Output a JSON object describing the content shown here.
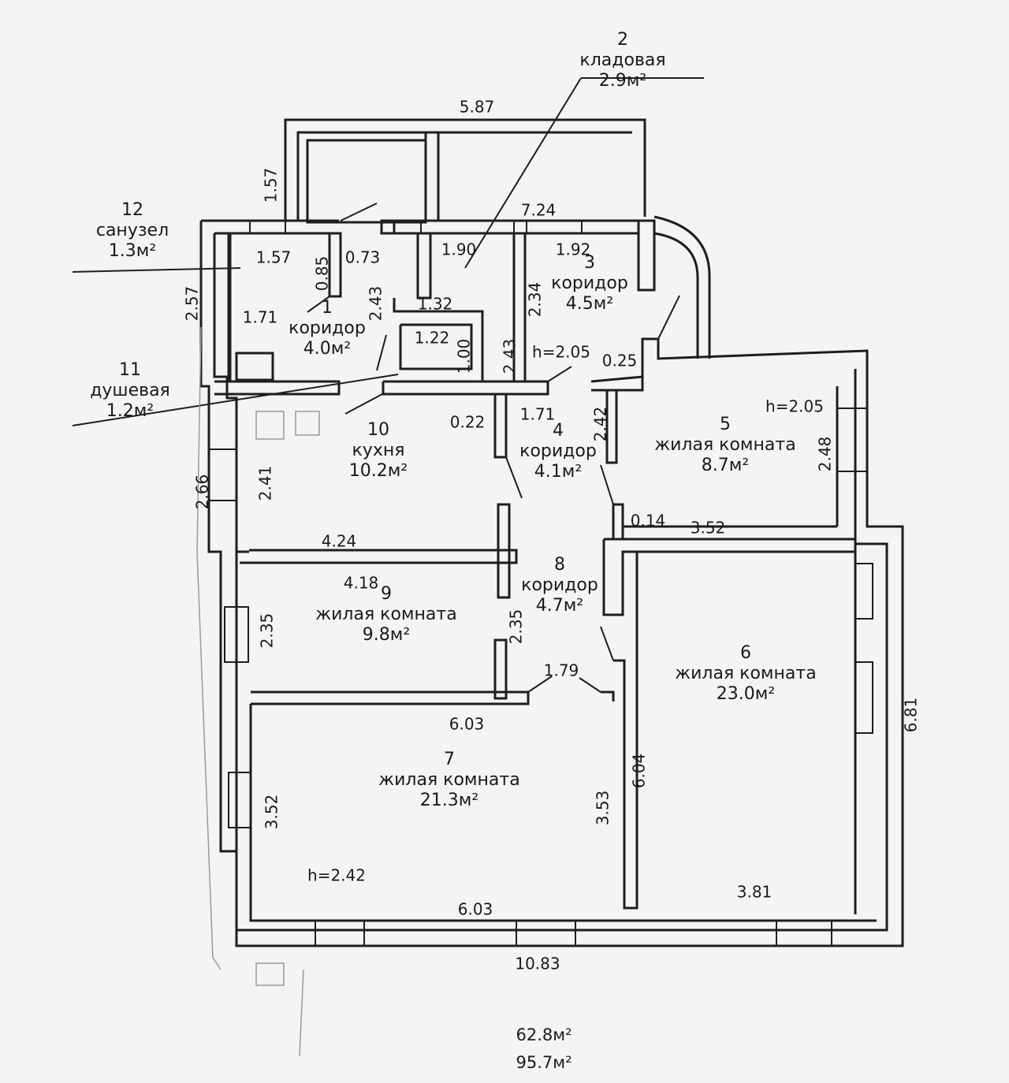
{
  "rooms": [
    {
      "id": "room-1",
      "number": "1",
      "name": "коридор",
      "area": "4.0м²"
    },
    {
      "id": "room-2",
      "number": "2",
      "name": "кладовая",
      "area": "2.9м²"
    },
    {
      "id": "room-3",
      "number": "3",
      "name": "коридор",
      "area": "4.5м²"
    },
    {
      "id": "room-4",
      "number": "4",
      "name": "коридор",
      "area": "4.1м²"
    },
    {
      "id": "room-5",
      "number": "5",
      "name": "жилая комната",
      "area": "8.7м²"
    },
    {
      "id": "room-6",
      "number": "6",
      "name": "жилая комната",
      "area": "23.0м²"
    },
    {
      "id": "room-7",
      "number": "7",
      "name": "жилая комната",
      "area": "21.3м²"
    },
    {
      "id": "room-8",
      "number": "8",
      "name": "коридор",
      "area": "4.7м²"
    },
    {
      "id": "room-9",
      "number": "9",
      "name": "жилая комната",
      "area": "9.8м²"
    },
    {
      "id": "room-10",
      "number": "10",
      "name": "кухня",
      "area": "10.2м²"
    },
    {
      "id": "room-11",
      "number": "11",
      "name": "душевая",
      "area": "1.2м²"
    },
    {
      "id": "room-12",
      "number": "12",
      "name": "санузел",
      "area": "1.3м²"
    }
  ],
  "dimensions": [
    {
      "id": "dim-587",
      "text": "5.87"
    },
    {
      "id": "dim-157-v",
      "text": "1.57"
    },
    {
      "id": "dim-724",
      "text": "7.24"
    },
    {
      "id": "dim-157-h",
      "text": "1.57"
    },
    {
      "id": "dim-085",
      "text": "0.85"
    },
    {
      "id": "dim-073",
      "text": "0.73"
    },
    {
      "id": "dim-190",
      "text": "1.90"
    },
    {
      "id": "dim-192",
      "text": "1.92"
    },
    {
      "id": "dim-257",
      "text": "2.57"
    },
    {
      "id": "dim-171",
      "text": "1.71"
    },
    {
      "id": "dim-243-a",
      "text": "2.43"
    },
    {
      "id": "dim-132",
      "text": "1.32"
    },
    {
      "id": "dim-234",
      "text": "2.34"
    },
    {
      "id": "dim-122",
      "text": "1.22"
    },
    {
      "id": "dim-100",
      "text": "1.00"
    },
    {
      "id": "dim-243-b",
      "text": "2.43"
    },
    {
      "id": "dim-h205-a",
      "text": "h=2.05"
    },
    {
      "id": "dim-025",
      "text": "0.25"
    },
    {
      "id": "dim-h205-b",
      "text": "h=2.05"
    },
    {
      "id": "dim-022",
      "text": "0.22"
    },
    {
      "id": "dim-171-b",
      "text": "1.71"
    },
    {
      "id": "dim-242",
      "text": "2.42"
    },
    {
      "id": "dim-248",
      "text": "2.48"
    },
    {
      "id": "dim-266",
      "text": "2.66"
    },
    {
      "id": "dim-241",
      "text": "2.41"
    },
    {
      "id": "dim-014",
      "text": "0.14"
    },
    {
      "id": "dim-352-a",
      "text": "3.52"
    },
    {
      "id": "dim-424",
      "text": "4.24"
    },
    {
      "id": "dim-418",
      "text": "4.18"
    },
    {
      "id": "dim-235-a",
      "text": "2.35"
    },
    {
      "id": "dim-235-b",
      "text": "2.35"
    },
    {
      "id": "dim-179",
      "text": "1.79"
    },
    {
      "id": "dim-603-a",
      "text": "6.03"
    },
    {
      "id": "dim-681",
      "text": "6.81"
    },
    {
      "id": "dim-604",
      "text": "6.04"
    },
    {
      "id": "dim-352-b",
      "text": "3.52"
    },
    {
      "id": "dim-353",
      "text": "3.53"
    },
    {
      "id": "dim-h242",
      "text": "h=2.42"
    },
    {
      "id": "dim-603-b",
      "text": "6.03"
    },
    {
      "id": "dim-381",
      "text": "3.81"
    },
    {
      "id": "dim-1083",
      "text": "10.83"
    }
  ],
  "totals": [
    {
      "id": "total-1",
      "text": "62.8м²"
    },
    {
      "id": "total-2",
      "text": "95.7м²"
    }
  ]
}
